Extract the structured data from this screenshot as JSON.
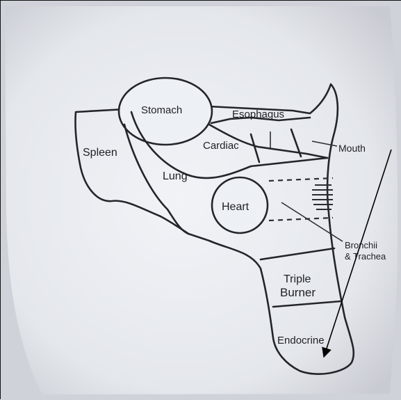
{
  "diagram": {
    "labels": {
      "stomach": "Stomach",
      "esophagus": "Esophagus",
      "cardiac": "Cardiac",
      "mouth": "Mouth",
      "spleen": "Spleen",
      "lung": "Lung",
      "heart": "Heart",
      "bronchii_line1": "Bronchii",
      "bronchii_line2": "& Trachea",
      "triple_line1": "Triple",
      "triple_line2": "Burner",
      "endocrine": "Endocrine"
    },
    "colors": {
      "paper_light": "#eef1f5",
      "paper_shadow": "#c9ccd2",
      "ink": "#23252b",
      "arrow": "#000000"
    }
  }
}
